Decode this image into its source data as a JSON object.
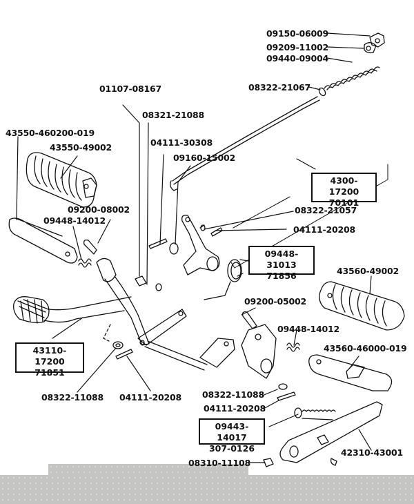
{
  "diagram": {
    "title": "Footrest / Brake Pedal / Side Stand Parts Diagram",
    "parts": [
      {
        "id": "p1",
        "number": "09150-06009",
        "boxed": false
      },
      {
        "id": "p2",
        "number": "09209-11002",
        "boxed": false
      },
      {
        "id": "p3",
        "number": "09440-09004",
        "boxed": false
      },
      {
        "id": "p4",
        "number": "08322-21067",
        "boxed": false
      },
      {
        "id": "p5",
        "number": "01107-08167",
        "boxed": false
      },
      {
        "id": "p6",
        "number": "08321-21088",
        "boxed": false
      },
      {
        "id": "p7",
        "number": "43550-460200-019",
        "boxed": false
      },
      {
        "id": "p8",
        "number": "43550-49002",
        "boxed": false
      },
      {
        "id": "p9",
        "number": "04111-30308",
        "boxed": false
      },
      {
        "id": "p10",
        "number": "09160-15002",
        "boxed": false
      },
      {
        "id": "p11",
        "number": "4300-17200",
        "alt": "70101",
        "boxed": true
      },
      {
        "id": "p12",
        "number": "08322-21057",
        "boxed": false
      },
      {
        "id": "p13",
        "number": "09200-08002",
        "boxed": false
      },
      {
        "id": "p14",
        "number": "09448-14012",
        "boxed": false
      },
      {
        "id": "p15",
        "number": "04111-20208",
        "boxed": false
      },
      {
        "id": "p16",
        "number": "09448-31013",
        "alt": "71856",
        "boxed": true
      },
      {
        "id": "p17",
        "number": "43560-49002",
        "boxed": false
      },
      {
        "id": "p18",
        "number": "09200-05002",
        "boxed": false
      },
      {
        "id": "p19",
        "number": "09448-14012",
        "boxed": false
      },
      {
        "id": "p20",
        "number": "43110-17200",
        "alt": "71851",
        "boxed": true
      },
      {
        "id": "p21",
        "number": "43560-46000-019",
        "boxed": false
      },
      {
        "id": "p22",
        "number": "08322-11088",
        "boxed": false
      },
      {
        "id": "p23",
        "number": "04111-20208",
        "boxed": false
      },
      {
        "id": "p24",
        "number": "08322-11088",
        "boxed": false
      },
      {
        "id": "p25",
        "number": "04111-20208",
        "boxed": false
      },
      {
        "id": "p26",
        "number": "09443-14017",
        "alt": "307-0126",
        "boxed": true
      },
      {
        "id": "p27",
        "number": "42310-43001",
        "boxed": false
      },
      {
        "id": "p28",
        "number": "08310-11108",
        "boxed": false
      }
    ]
  },
  "colors": {
    "ink": "#111111",
    "paper": "#ffffff",
    "footer": "#c4c5c2"
  }
}
